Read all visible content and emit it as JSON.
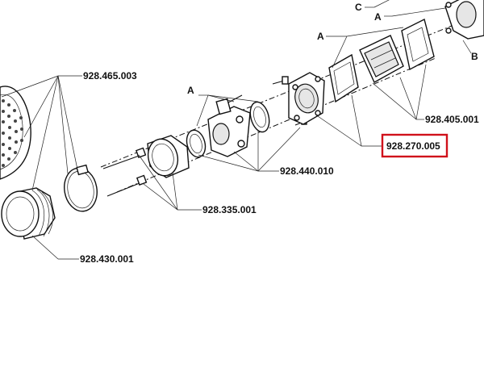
{
  "diagram": {
    "part_numbers": {
      "p465": "928.465.003",
      "p405": "928.405.001",
      "p270": "928.270.005",
      "p440": "928.440.010",
      "p335": "928.335.001",
      "p430": "928.430.001"
    },
    "letters": {
      "a_left": "A",
      "a_top": "A",
      "a_right": "A",
      "b": "B",
      "c": "C"
    },
    "highlight_color": "#d0111b"
  }
}
